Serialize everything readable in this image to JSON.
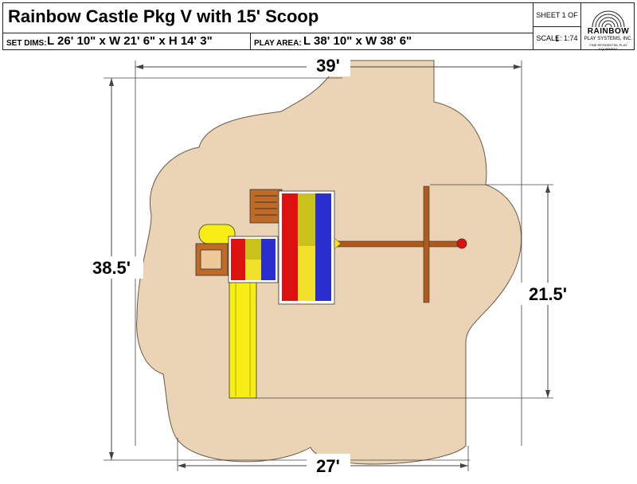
{
  "header": {
    "title": "Rainbow Castle Pkg V with 15' Scoop",
    "set_dims_label": "SET DIMS:",
    "set_dims_value": "L 26' 10\" x W 21' 6\" x H 14' 3\"",
    "play_area_label": "PLAY AREA:",
    "play_area_value": "L 38' 10\" x W 38' 6\"",
    "sheet": "SHEET 1 OF 1",
    "scale": "SCALE: 1:74"
  },
  "logo": {
    "name": "RAINBOW",
    "line1": "PLAY SYSTEMS, INC.",
    "line2": "FINE RESIDENTIAL PLAY EQUIPMENT"
  },
  "dimensions": {
    "top": "39'",
    "left": "38.5'",
    "right": "21.5'",
    "bottom": "27'"
  },
  "colors": {
    "play_area": "#EBD4B5",
    "red": "#DD1111",
    "yellow": "#F2E12A",
    "olive": "#C9C21A",
    "blue": "#2C2FD0",
    "wood": "#B05A1E",
    "slide_yellow": "#F7EE16"
  }
}
